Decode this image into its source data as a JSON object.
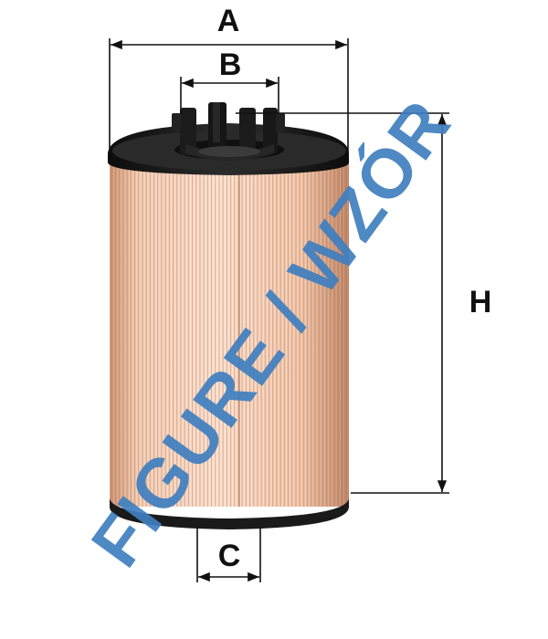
{
  "dimensions": {
    "a": "A",
    "b": "B",
    "c": "C",
    "h": "H"
  },
  "watermark": "FIGURE / WZÓR",
  "colors": {
    "paper_light": "#f6d3bd",
    "paper_dark": "#d9a07f",
    "cap": "#1d1d1d",
    "watermark": "#3f7fc0",
    "lines": "#111111"
  }
}
